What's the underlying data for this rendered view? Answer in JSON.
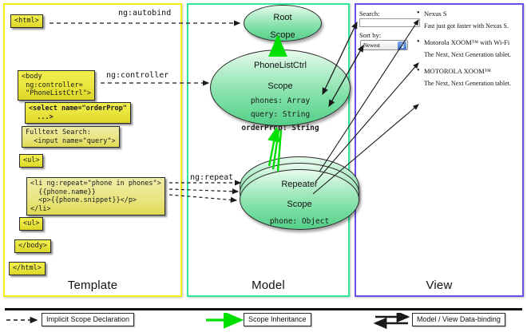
{
  "diagram": {
    "title": "AngularJS Template / Model / View scope diagram",
    "colors": {
      "template_border": "#f5f009",
      "model_border": "#2fe89a",
      "view_border": "#6a4fe8",
      "code_box_fill": "#ebe63f",
      "scope_fill": "#7fe0a6",
      "inheritance_arrow": "#00e000",
      "line": "#1a1a1a"
    }
  },
  "panels": {
    "template": {
      "label": "Template"
    },
    "model": {
      "label": "Model"
    },
    "view": {
      "label": "View"
    }
  },
  "template": {
    "boxes": [
      {
        "id": "html",
        "text": "<html>"
      },
      {
        "id": "body",
        "text": "<body\n ng:controller=\n \"PhoneListCtrl\">"
      },
      {
        "id": "select",
        "text": "<select name=\"orderProp\"\n  ...>"
      },
      {
        "id": "fulltext",
        "text": "Fulltext Search:\n  <input name=\"query\">"
      },
      {
        "id": "ul-open",
        "text": "<ul>"
      },
      {
        "id": "li",
        "text": "<li ng:repeat=\"phone in phones\">\n  {{phone.name}}\n  <p>{{phone.snippet}}</p>\n</li>"
      },
      {
        "id": "ul-close",
        "text": "<ul>"
      },
      {
        "id": "body-close",
        "text": "</body>"
      },
      {
        "id": "html-close",
        "text": "</html>"
      }
    ]
  },
  "edges": {
    "autobind": "ng:autobind",
    "controller": "ng:controller",
    "repeat": "ng:repeat"
  },
  "model": {
    "root_scope": {
      "title_line1": "Root",
      "title_line2": "Scope"
    },
    "phonelist_scope": {
      "title_line1": "PhoneListCtrl",
      "title_line2": "Scope",
      "props_line1": "phones: Array",
      "props_line2": "query: String",
      "props_line3": "orderProp: String"
    },
    "repeater_scope": {
      "title_line1": "Repeater",
      "title_line2": "Scope",
      "props_line1": "phone: Object"
    }
  },
  "view": {
    "search_label": "Search:",
    "search_value": "",
    "search_placeholder": "",
    "sort_label": "Sort by:",
    "sort_selected": "Newest",
    "sort_options": [
      "Newest"
    ],
    "phones": [
      {
        "name": "Nexus S",
        "snippet": "Fast just got faster with Nexus S."
      },
      {
        "name": "Motorola XOOM™ with Wi-Fi",
        "snippet": "The Next, Next Generation tablet."
      },
      {
        "name": "MOTOROLA XOOM™",
        "snippet": "The Next, Next Generation tablet."
      }
    ]
  },
  "legend": {
    "implicit": "Implicit Scope Declaration",
    "inheritance": "Scope Inheritance",
    "binding": "Model / View Data-binding"
  }
}
